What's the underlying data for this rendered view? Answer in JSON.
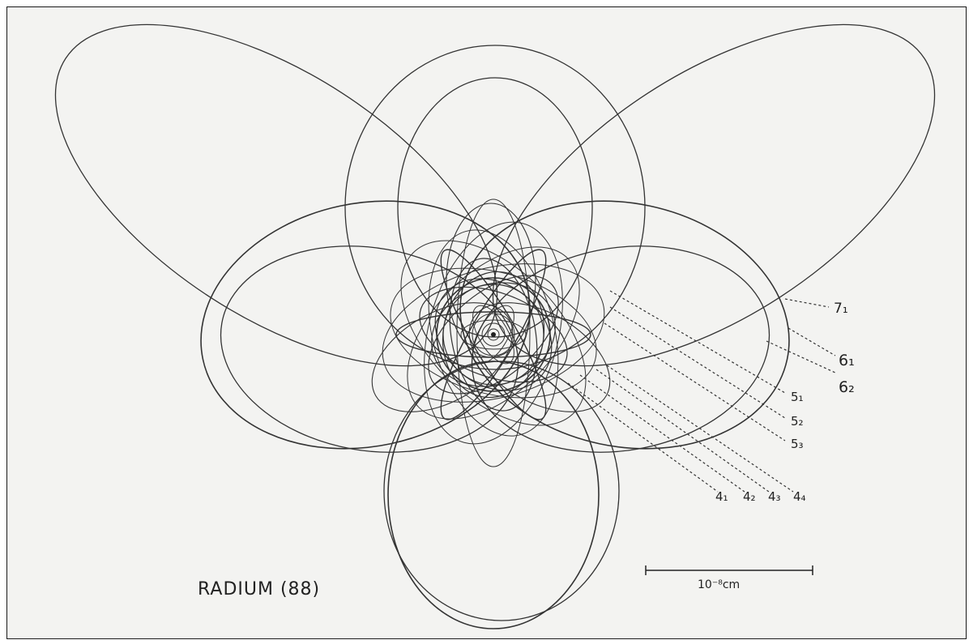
{
  "title": "RADIUM (88)",
  "scale": {
    "label": "10⁻⁸cm"
  },
  "orbit_labels": [
    "7₁",
    "6₁",
    "6₂",
    "5₁",
    "5₂",
    "5₃",
    "4₁",
    "4₂",
    "4₃",
    "4₄"
  ]
}
